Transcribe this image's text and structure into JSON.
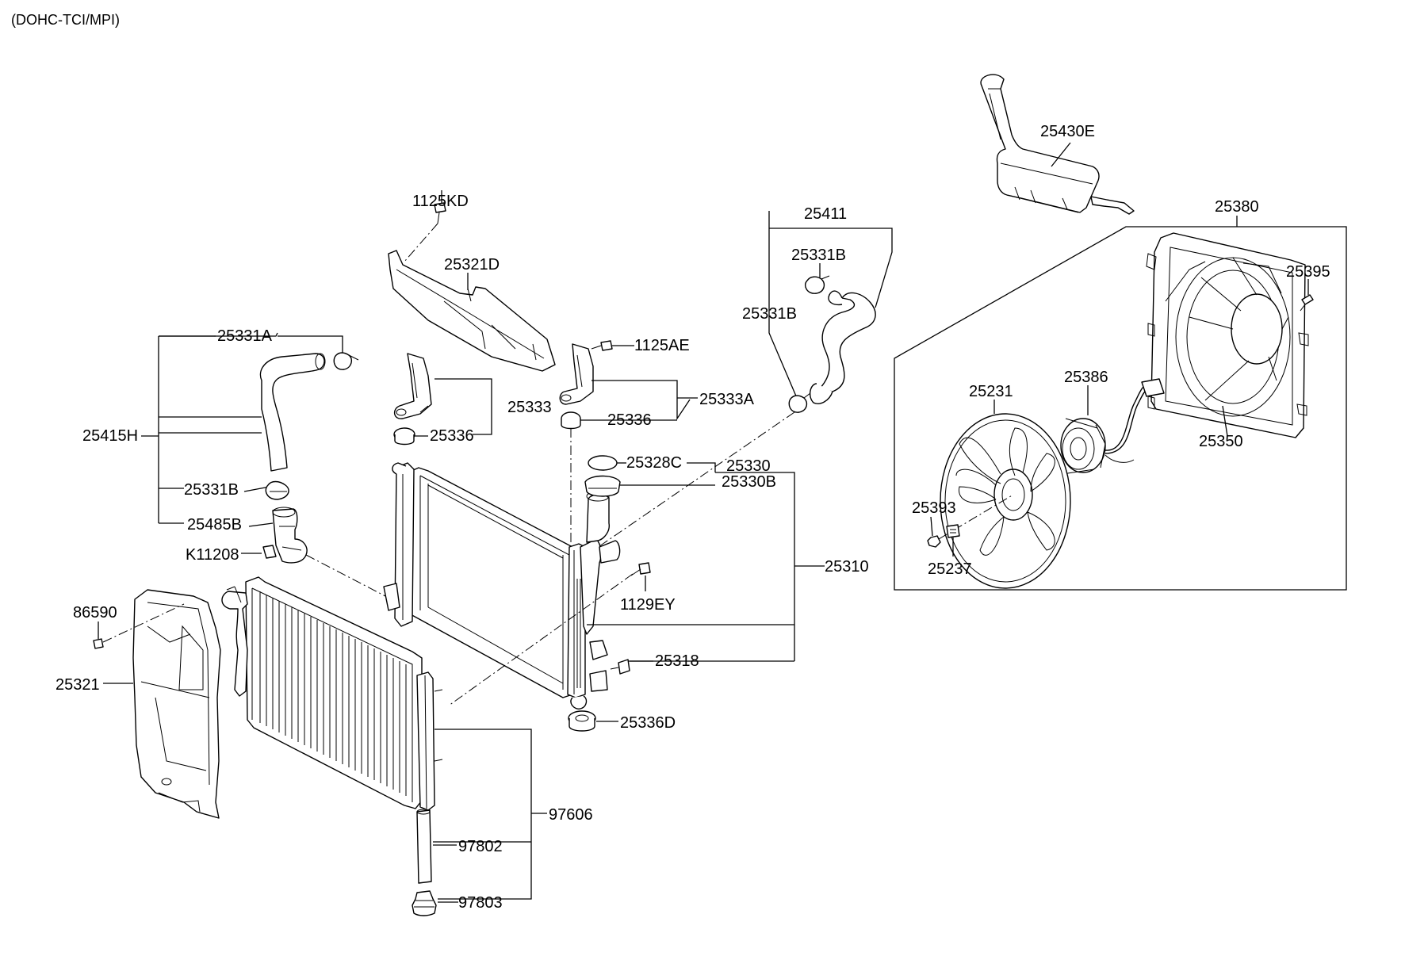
{
  "header": "(DOHC-TCI/MPI)",
  "labels": {
    "p25430E": "25430E",
    "p25380": "25380",
    "p25395": "25395",
    "p25386": "25386",
    "p25231": "25231",
    "p25350": "25350",
    "p25393": "25393",
    "p25237": "25237",
    "p25411": "25411",
    "p25331B_top": "25331B",
    "p25331B_left": "25331B",
    "p1125KD": "1125KD",
    "p25321D": "25321D",
    "p1125AE": "1125AE",
    "p25333": "25333",
    "p25333A": "25333A",
    "p25336_a": "25336",
    "p25336_b": "25336",
    "p25331A": "25331A",
    "p25415H": "25415H",
    "p25331B_hose": "25331B",
    "p25485B": "25485B",
    "pK11208": "K11208",
    "p25328C": "25328C",
    "p25330": "25330",
    "p25330B": "25330B",
    "p25310": "25310",
    "p1129EY": "1129EY",
    "p25318": "25318",
    "p25336D": "25336D",
    "p86590": "86590",
    "p25321": "25321",
    "p97606": "97606",
    "p97802": "97802",
    "p97803": "97803"
  }
}
